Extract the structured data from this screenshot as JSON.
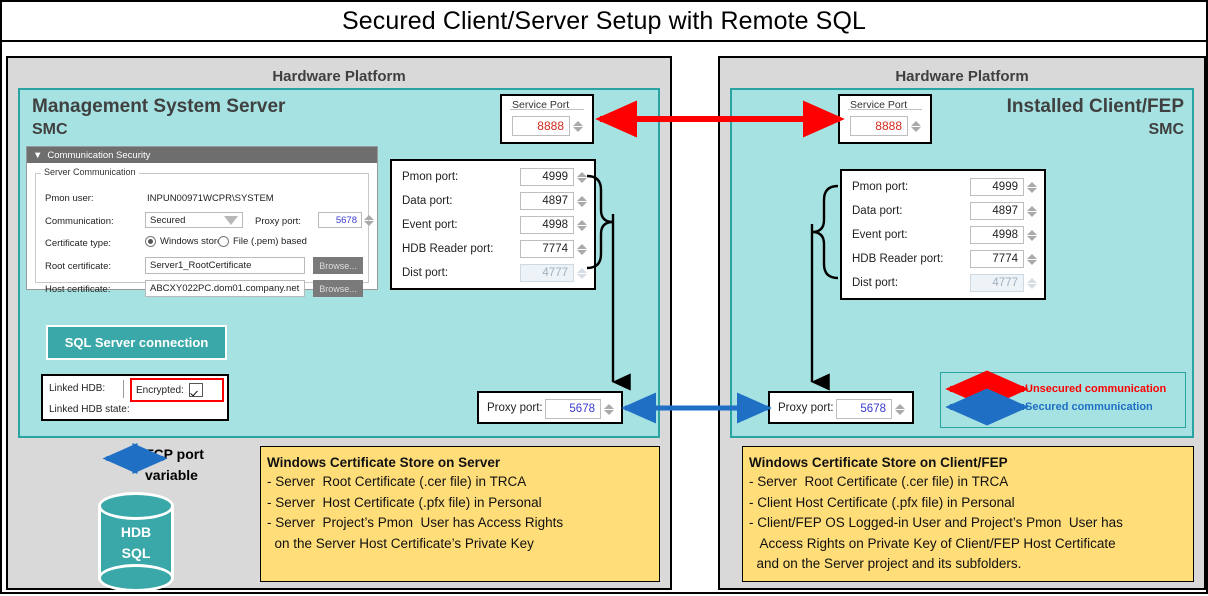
{
  "title": "Secured Client/Server Setup with Remote SQL",
  "colors": {
    "teal_fill": "#a6e2e2",
    "teal_border": "#2aa3a3",
    "platform_fill": "#d9d9d9",
    "note_fill": "#ffdd79",
    "unsecured_arrow": "#ff0000",
    "secured_arrow": "#1f6fc4",
    "port_value_blue": "#3a3ad0",
    "service_port_red": "#d12a1e",
    "cylinder": "#3aa8a8"
  },
  "left_panel": {
    "platform_title": "Hardware Platform",
    "heading": "Management System Server",
    "subheading": "SMC",
    "service_port": {
      "legend": "Service Port",
      "value": "8888"
    },
    "comm_security": {
      "header": "Communication Security",
      "collapse_icon": "▼",
      "group_label": "Server Communication",
      "fields": [
        {
          "label": "Pmon user:",
          "value": "INPUN00971WCPR\\SYSTEM"
        },
        {
          "label": "Communication:",
          "value": "Secured"
        },
        {
          "label": "Proxy port:",
          "value": "5678"
        },
        {
          "label": "Certificate type:",
          "value": ""
        },
        {
          "label": "Root certificate:",
          "value": "Server1_RootCertificate",
          "button": "Browse..."
        },
        {
          "label": "Host certificate:",
          "value": "ABCXY022PC.dom01.company.net",
          "button": "Browse..."
        }
      ],
      "radio_windows_store": "Windows store",
      "radio_pem": "File (.pem) based"
    },
    "ports": [
      {
        "label": "Pmon port:",
        "value": "4999",
        "disabled": false
      },
      {
        "label": "Data port:",
        "value": "4897",
        "disabled": false
      },
      {
        "label": "Event port:",
        "value": "4998",
        "disabled": false
      },
      {
        "label": "HDB Reader port:",
        "value": "7774",
        "disabled": false
      },
      {
        "label": "Dist port:",
        "value": "4777",
        "disabled": true
      }
    ],
    "sql_button": "SQL Server connection",
    "hdb": {
      "linked_hdb": "Linked HDB:",
      "linked_hdb_state": "Linked HDB state:",
      "encrypted_label": "Encrypted:",
      "encrypted_checked": true
    },
    "proxy_port": {
      "label": "Proxy port:",
      "value": "5678"
    },
    "tcp_text": "TCP port\nvariable",
    "cylinder": {
      "line1": "HDB",
      "line2": "SQL"
    },
    "note": {
      "heading": "Windows Certificate Store on Server",
      "lines": [
        "- Server  Root Certificate (.cer file) in TRCA",
        "- Server  Host Certificate (.pfx file) in Personal",
        "- Server  Project’s Pmon  User has Access Rights",
        "  on the Server Host Certificate’s Private Key"
      ]
    }
  },
  "right_panel": {
    "platform_title": "Hardware Platform",
    "heading": "Installed Client/FEP",
    "subheading": "SMC",
    "service_port": {
      "legend": "Service Port",
      "value": "8888"
    },
    "ports": [
      {
        "label": "Pmon port:",
        "value": "4999",
        "disabled": false
      },
      {
        "label": "Data port:",
        "value": "4897",
        "disabled": false
      },
      {
        "label": "Event port:",
        "value": "4998",
        "disabled": false
      },
      {
        "label": "HDB Reader port:",
        "value": "7774",
        "disabled": false
      },
      {
        "label": "Dist port:",
        "value": "4777",
        "disabled": true
      }
    ],
    "proxy_port": {
      "label": "Proxy port:",
      "value": "5678"
    },
    "legend": {
      "unsecured": "Unsecured communication",
      "secured": "Secured  communication"
    },
    "note": {
      "heading": "Windows Certificate Store on Client/FEP",
      "lines": [
        "- Server  Root Certificate (.cer file) in TRCA",
        "- Client Host Certificate (.pfx file) in Personal",
        "- Client/FEP OS Logged-in User and Project’s Pmon  User has",
        "   Access Rights on Private Key of Client/FEP Host Certificate",
        "  and on the Server project and its subfolders."
      ]
    }
  }
}
